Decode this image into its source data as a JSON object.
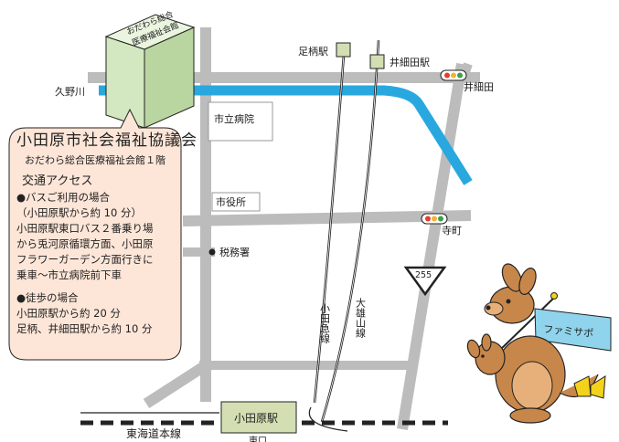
{
  "map": {
    "building_label": "おだわら総合\n医療福祉会館",
    "stations": {
      "ashigara": "足柄駅",
      "isaida": "井細田駅",
      "odawara": "小田原駅",
      "east_exit": "東口"
    },
    "places": {
      "hospital": "市立病院",
      "city_hall": "市役所",
      "tax_office": "税務署"
    },
    "river": "久野川",
    "intersections": {
      "isaida": "井細田",
      "teramachi": "寺町"
    },
    "route_number": "255",
    "lines": {
      "odakyu": "小田急線",
      "daiyuzan": "大雄山線",
      "tokaido": "東海道本線"
    },
    "flag_text": "ファミサポ",
    "colors": {
      "river": "#29a8df",
      "road": "#bcbcbc",
      "balloon_fill": "#fde6d8",
      "station_box": "#d3dfb2",
      "kangaroo": "#c8874a"
    }
  },
  "balloon": {
    "title": "小田原市社会福祉協議会",
    "address": "おだわら総合医療福祉会館１階",
    "access_heading": "交通アクセス",
    "bus": [
      "●バスご利用の場合",
      "（小田原駅から約 10 分）",
      "小田原駅東口バス２番乗り場",
      "から兎河原循環方面、小田原",
      "フラワーガーデン方面行きに",
      "乗車～市立病院前下車"
    ],
    "walk": [
      "●徒歩の場合",
      "小田原駅から約 20 分",
      "足柄、井細田駅から約 10 分"
    ]
  }
}
